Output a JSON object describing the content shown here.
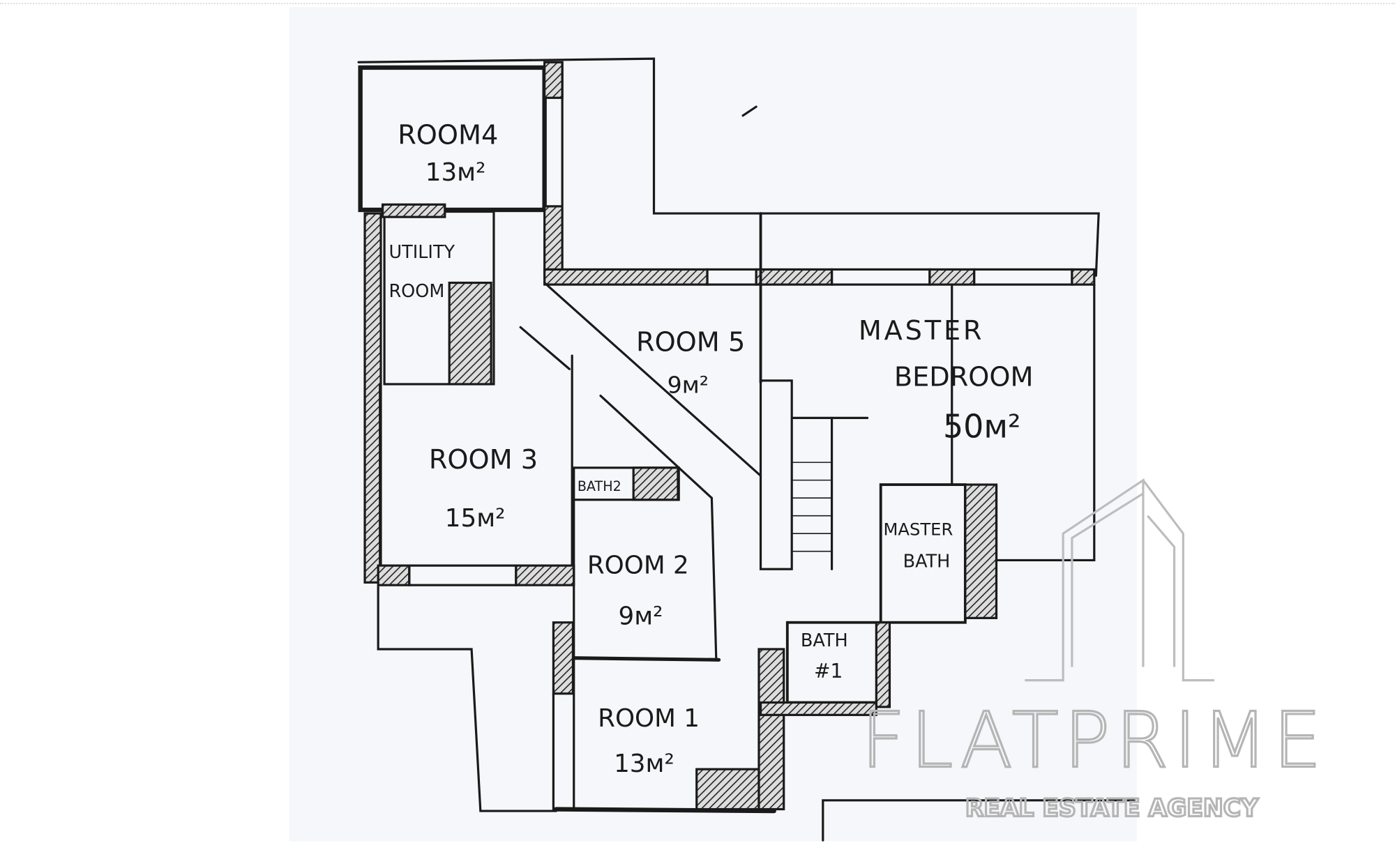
{
  "floorplan": {
    "rooms": [
      {
        "name": "ROOM4",
        "area": "13м²"
      },
      {
        "name": "UTILITY",
        "name2": "ROOM"
      },
      {
        "name": "ROOM 5",
        "area": "9м²"
      },
      {
        "name": "MASTER",
        "name2": "BEDROOM",
        "area": "50м²"
      },
      {
        "name": "ROOM 3",
        "area": "15м²"
      },
      {
        "name": "BATH2"
      },
      {
        "name": "ROOM 2",
        "area": "9м²"
      },
      {
        "name": "MASTER",
        "name2": "BATH"
      },
      {
        "name": "BATH",
        "name2": "#1"
      },
      {
        "name": "ROOM 1",
        "area": "13м²"
      }
    ]
  },
  "watermark": {
    "brand": "FLATPRIME",
    "tagline": "REAL ESTATE AGENCY"
  },
  "colors": {
    "ink": "#1a1a1a",
    "paper": "#f7f8fb",
    "watermark": "#b5b5b5"
  }
}
